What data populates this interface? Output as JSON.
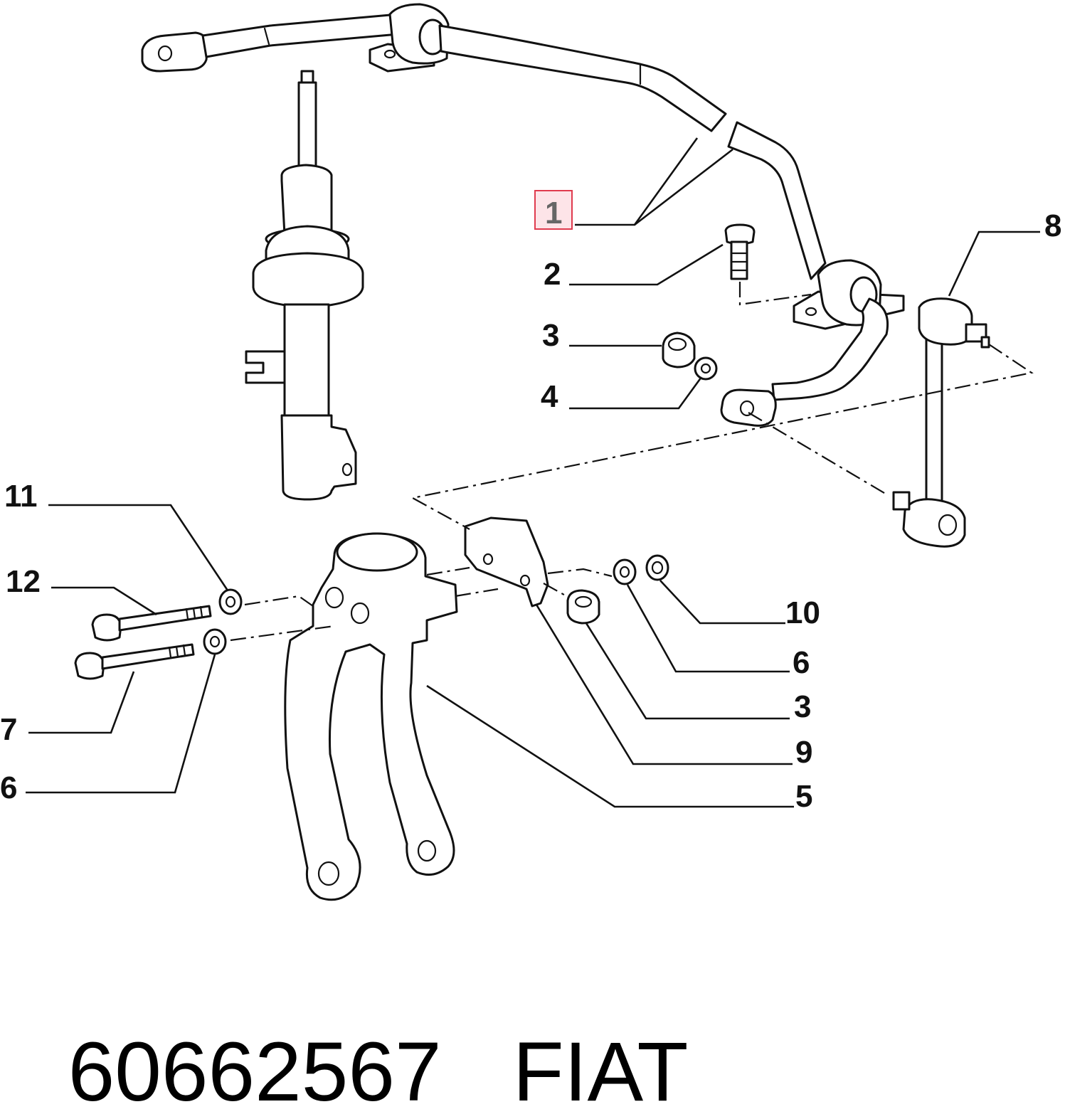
{
  "callouts": {
    "c1": "1",
    "c2": "2",
    "c3a": "3",
    "c4": "4",
    "c8": "8",
    "c11": "11",
    "c12": "12",
    "c7": "7",
    "c6a": "6",
    "c10": "10",
    "c6b": "6",
    "c3b": "3",
    "c9": "9",
    "c5": "5"
  },
  "caption": {
    "part_number": "60662567",
    "brand": "FIAT"
  },
  "highlight_color": "#e03b4e"
}
